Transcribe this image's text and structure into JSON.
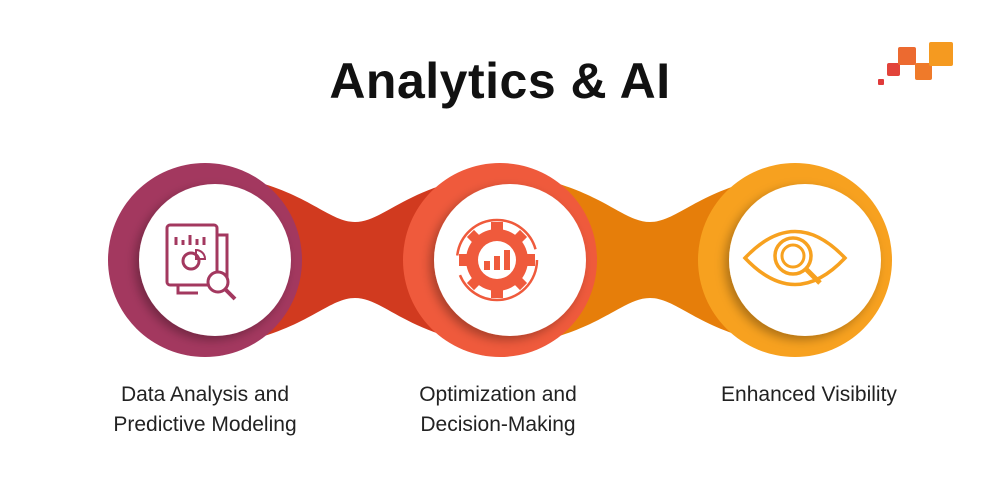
{
  "title": "Analytics & AI",
  "colors": {
    "plum": "#A3385F",
    "red": "#D13A1F",
    "coral": "#EF5A3C",
    "orange": "#E67E0A",
    "amber": "#F7A11F"
  },
  "items": [
    {
      "label_line1": "Data Analysis and",
      "label_line2": "Predictive Modeling",
      "icon": "data-analysis-icon"
    },
    {
      "label_line1": "Optimization and",
      "label_line2": "Decision-Making",
      "icon": "gear-chart-icon"
    },
    {
      "label_line1": "Enhanced Visibility",
      "label_line2": "",
      "icon": "eye-search-icon"
    }
  ]
}
